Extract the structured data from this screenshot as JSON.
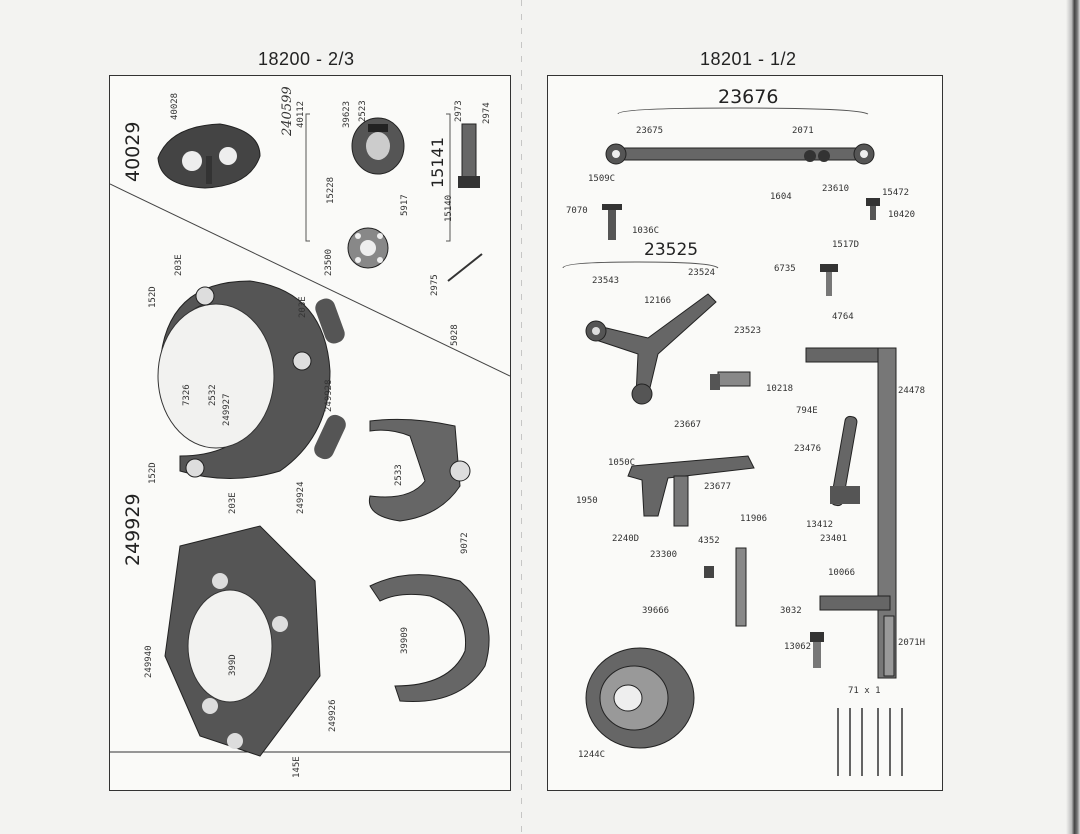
{
  "left": {
    "heading": "18200 - 2/3",
    "group_40029": "40029",
    "group_249929": "249929",
    "group_15141": "15141",
    "handwritten": "240599",
    "labels": {
      "p40028": "40028",
      "p40112": "40112",
      "p39623": "39623",
      "p2523": "2523",
      "p15228": "15228",
      "p5917": "5917",
      "p2973": "2973",
      "p2974": "2974",
      "p15140": "15140",
      "p23500": "23500",
      "p2975": "2975",
      "p5028": "5028",
      "p203a": "203E",
      "p203b": "203E",
      "p203c": "203E",
      "p152a": "152D",
      "p152b": "152D",
      "p7326": "7326",
      "p2532": "2532",
      "p249927": "249927",
      "p249928": "249928",
      "p249924": "249924",
      "p2533": "2533",
      "p9072": "9072",
      "p399d": "399D",
      "p249940": "249940",
      "p249926": "249926",
      "p39909": "39909",
      "p145e": "145E"
    }
  },
  "right": {
    "heading": "18201 - 1/2",
    "group_23676": "23676",
    "group_23525": "23525",
    "labels": {
      "p23675": "23675",
      "p2071": "2071",
      "p1509c": "1509C",
      "p1604": "1604",
      "p23610": "23610",
      "p15472": "15472",
      "p10420": "10420",
      "p7070": "7070",
      "p1036c": "1036C",
      "p1517d": "1517D",
      "p6735": "6735",
      "p23543": "23543",
      "p23524": "23524",
      "p12166": "12166",
      "p23523": "23523",
      "p10218": "10218",
      "p4764": "4764",
      "p24478": "24478",
      "p794e": "794E",
      "p23476": "23476",
      "p23667": "23667",
      "p1050c": "1050C",
      "p23677": "23677",
      "p1950": "1950",
      "p11906": "11906",
      "p2240d": "2240D",
      "p23300": "23300",
      "p4352": "4352",
      "p13412": "13412",
      "p23401": "23401",
      "p10066": "10066",
      "p39666": "39666",
      "p3032": "3032",
      "p13062": "13062",
      "p2071h": "2071H",
      "p1244c": "1244C",
      "p_needle": "71 x 1"
    }
  }
}
